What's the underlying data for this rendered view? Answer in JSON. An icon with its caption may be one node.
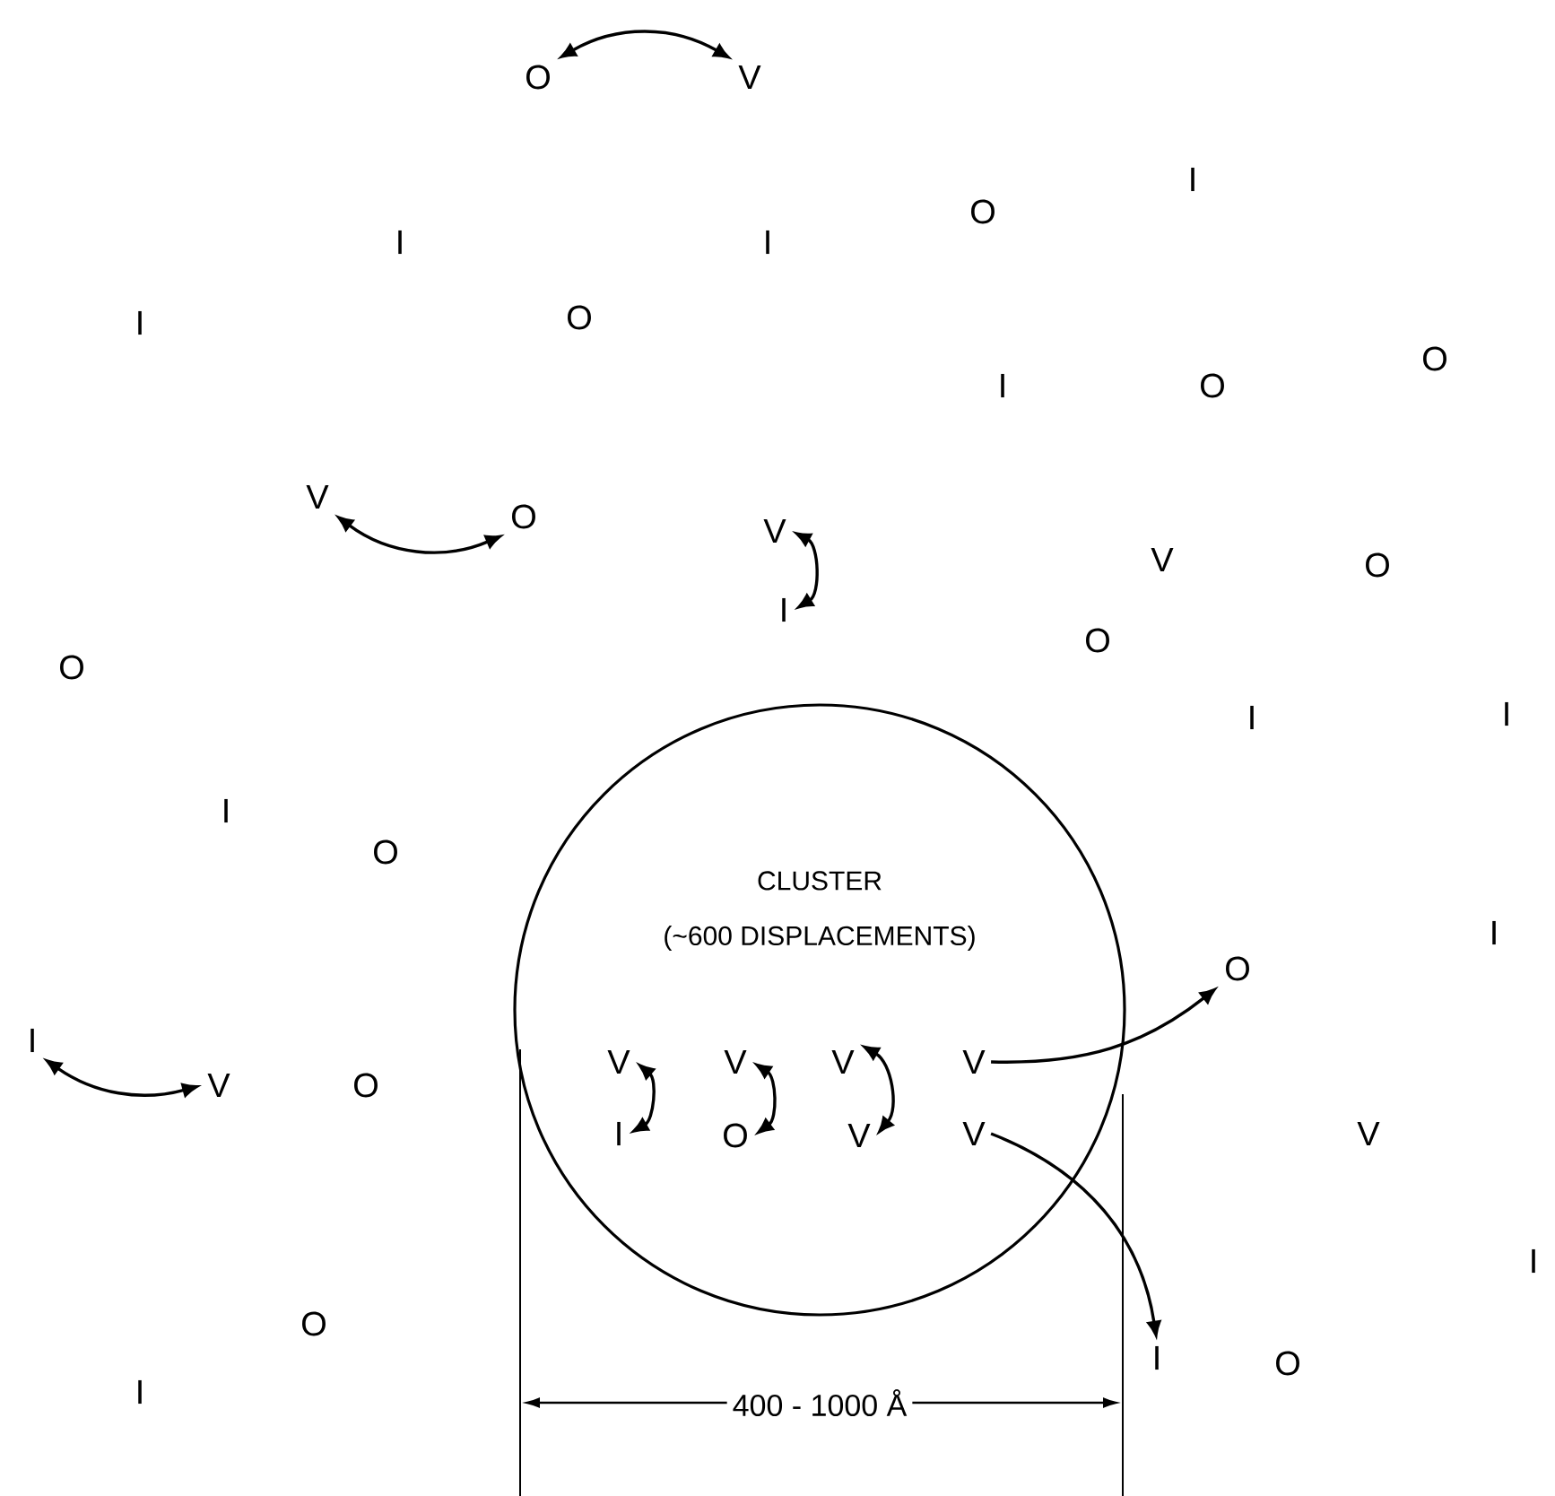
{
  "diagram": {
    "nodes": [
      {
        "text": [
          "O"
        ]
      },
      {
        "text": [
          "V"
        ]
      },
      {
        "text": [
          "V"
        ]
      },
      {
        "text": [
          "O"
        ]
      },
      {
        "text": [
          "V"
        ]
      },
      {
        "text": [
          "I"
        ]
      },
      {
        "text": [
          "CLUSTER",
          "(~600 DISPLACEMENTS)"
        ]
      },
      {
        "text": [
          "I"
        ]
      },
      {
        "text": [
          "V"
        ]
      },
      {
        "text": [
          "V"
        ],
        "in": 6
      },
      {
        "text": [
          "I"
        ],
        "in": 6
      },
      {
        "text": [
          "V"
        ],
        "in": 6
      },
      {
        "text": [
          "O"
        ],
        "in": 6
      },
      {
        "text": [
          "V"
        ],
        "in": 6
      },
      {
        "text": [
          "V"
        ],
        "in": 6
      },
      {
        "text": [
          "V"
        ],
        "in": 6
      },
      {
        "text": [
          "V"
        ],
        "in": 6
      },
      {
        "text": [
          "O"
        ]
      },
      {
        "text": [
          "I"
        ]
      }
    ],
    "edges": [
      {
        "from": 0,
        "to": 1,
        "arrow": "both"
      },
      {
        "from": 2,
        "to": 3,
        "arrow": "both"
      },
      {
        "from": 4,
        "to": 5,
        "arrow": "both"
      },
      {
        "from": 7,
        "to": 8,
        "arrow": "both"
      },
      {
        "from": 9,
        "to": 10,
        "arrow": "both"
      },
      {
        "from": 11,
        "to": 12,
        "arrow": "both"
      },
      {
        "from": 13,
        "to": 14,
        "arrow": "both"
      },
      {
        "from": 15,
        "to": 17,
        "arrow": "to"
      },
      {
        "from": 16,
        "to": 18,
        "arrow": "to"
      }
    ],
    "labels": [
      "I",
      "O",
      "I",
      "I",
      "I",
      "O",
      "O",
      "I",
      "O",
      "V",
      "O",
      "O",
      "O",
      "I",
      "I",
      "I",
      "O",
      "I",
      "O",
      "V",
      "I",
      "O",
      "O",
      "I",
      "400 - 1000 Å"
    ]
  }
}
